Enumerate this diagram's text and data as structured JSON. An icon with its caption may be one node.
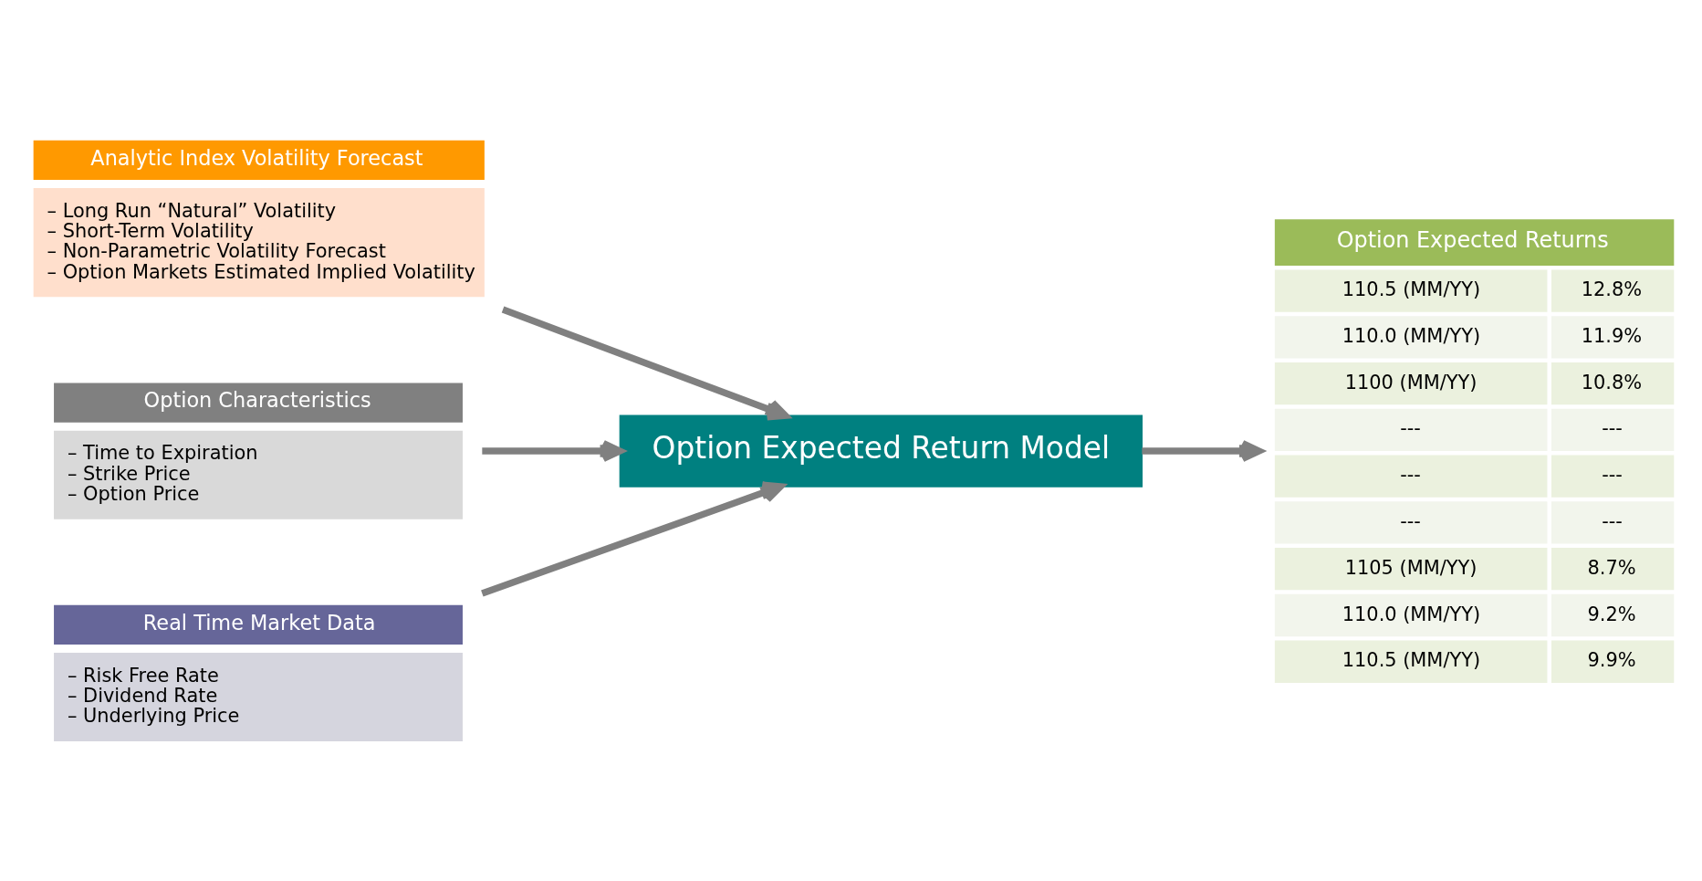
{
  "diagram": {
    "nodes": [
      {
        "text": [
          "Analytic Index Volatility Forecast",
          "– Long Run “Natural” Volatility",
          "– Short-Term Volatility",
          "– Non-Parametric Volatility Forecast",
          "– Option Markets Estimated Implied Volatility"
        ]
      },
      {
        "text": [
          "Option Characteristics",
          "– Time to Expiration",
          "– Strike Price",
          "– Option Price"
        ]
      },
      {
        "text": [
          "Real Time Market Data",
          "– Risk Free Rate",
          "– Dividend Rate",
          "– Underlying Price"
        ]
      },
      {
        "text": [
          "Option Expected Return Model"
        ]
      },
      {
        "text": [
          "Option Expected Returns",
          "110.5 (MM/YY)",
          "12.8%",
          "110.0 (MM/YY)",
          "11.9%",
          "1100 (MM/YY)",
          "10.8%",
          "---",
          "---",
          "---",
          "---",
          "---",
          "---",
          "1105 (MM/YY)",
          "8.7%",
          "110.0 (MM/YY)",
          "9.2%",
          "110.5 (MM/YY)",
          "9.9%"
        ]
      }
    ],
    "edges": [
      {
        "from": 0,
        "to": 3,
        "arrow": "to"
      },
      {
        "from": 1,
        "to": 3,
        "arrow": "to"
      },
      {
        "from": 2,
        "to": 3,
        "arrow": "to"
      },
      {
        "from": 3,
        "to": 4,
        "arrow": "to"
      }
    ]
  }
}
